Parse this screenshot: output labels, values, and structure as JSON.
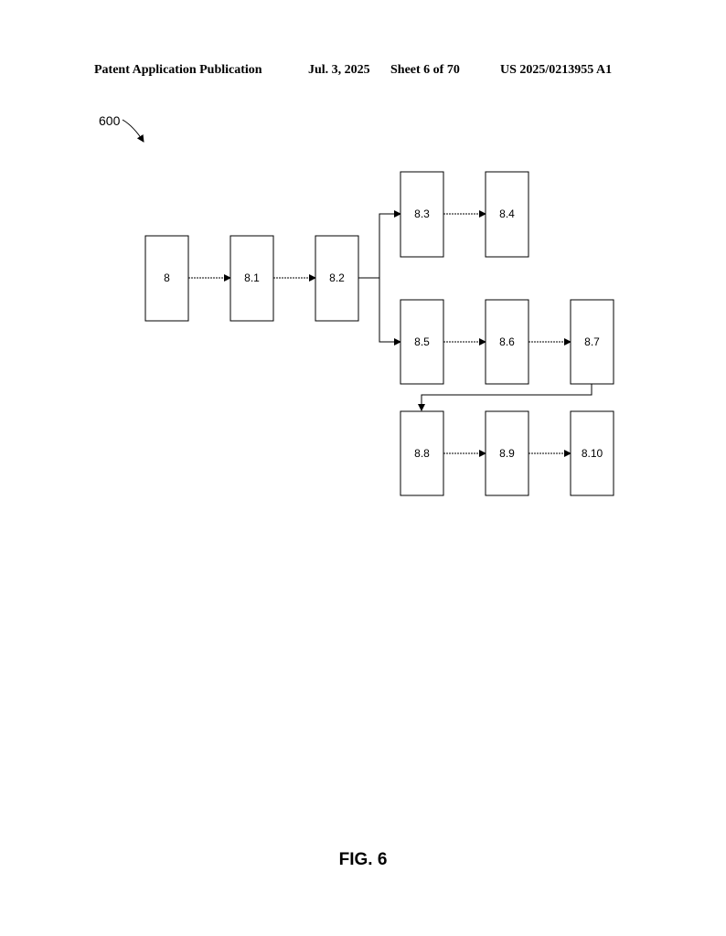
{
  "header": {
    "publication": "Patent Application Publication",
    "date": "Jul. 3, 2025",
    "sheet": "Sheet 6 of 70",
    "number": "US 2025/0213955 A1"
  },
  "diagram": {
    "reference": "600",
    "nodes": [
      {
        "id": "n8",
        "label": "8"
      },
      {
        "id": "n8_1",
        "label": "8.1"
      },
      {
        "id": "n8_2",
        "label": "8.2"
      },
      {
        "id": "n8_3",
        "label": "8.3"
      },
      {
        "id": "n8_4",
        "label": "8.4"
      },
      {
        "id": "n8_5",
        "label": "8.5"
      },
      {
        "id": "n8_6",
        "label": "8.6"
      },
      {
        "id": "n8_7",
        "label": "8.7"
      },
      {
        "id": "n8_8",
        "label": "8.8"
      },
      {
        "id": "n8_9",
        "label": "8.9"
      },
      {
        "id": "n8_10",
        "label": "8.10"
      }
    ],
    "edges": [
      {
        "from": "n8",
        "to": "n8_1"
      },
      {
        "from": "n8_1",
        "to": "n8_2"
      },
      {
        "from": "n8_2",
        "to": "n8_3"
      },
      {
        "from": "n8_2",
        "to": "n8_5"
      },
      {
        "from": "n8_3",
        "to": "n8_4"
      },
      {
        "from": "n8_5",
        "to": "n8_6"
      },
      {
        "from": "n8_6",
        "to": "n8_7"
      },
      {
        "from": "n8_7",
        "to": "n8_8"
      },
      {
        "from": "n8_8",
        "to": "n8_9"
      },
      {
        "from": "n8_9",
        "to": "n8_10"
      }
    ]
  },
  "figure": {
    "label": "FIG. 6"
  }
}
